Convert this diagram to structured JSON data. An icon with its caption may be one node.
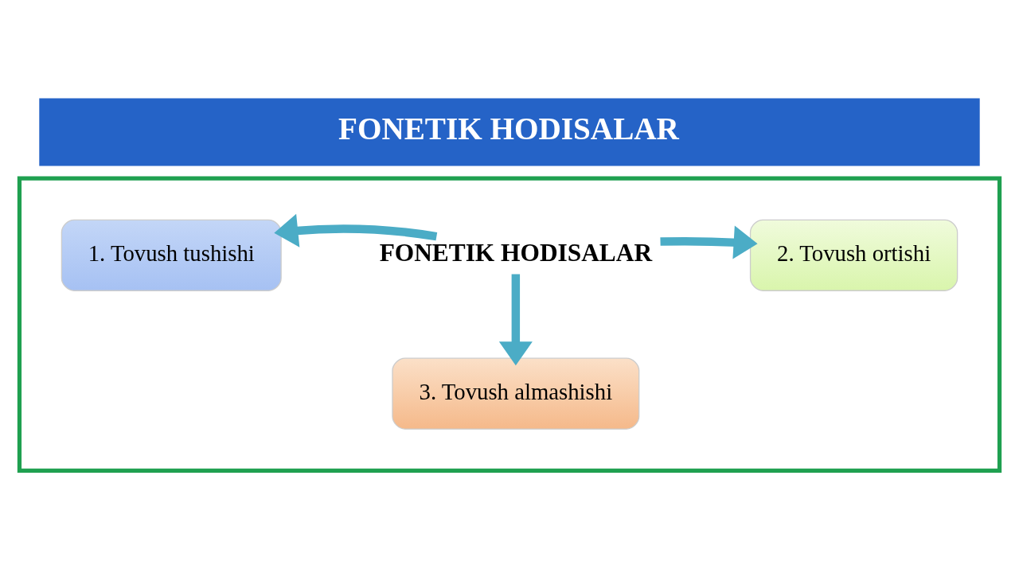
{
  "diagram": {
    "title": "FONETIK HODISALAR",
    "nodes": [
      {
        "text": [],
        "shape": "box"
      },
      {
        "text": [
          "FONETIK HODISALAR"
        ],
        "in": 0
      },
      {
        "text": [
          "1. Tovush tushishi"
        ],
        "in": 0
      },
      {
        "text": [
          "2. Tovush ortishi"
        ],
        "in": 0
      },
      {
        "text": [
          "3. Tovush almashishi"
        ],
        "in": 0
      }
    ],
    "edges": [
      {
        "from": 1,
        "to": 2,
        "arrow": "to"
      },
      {
        "from": 1,
        "to": 3,
        "arrow": "to"
      },
      {
        "from": 1,
        "to": 4,
        "arrow": "to"
      }
    ]
  }
}
